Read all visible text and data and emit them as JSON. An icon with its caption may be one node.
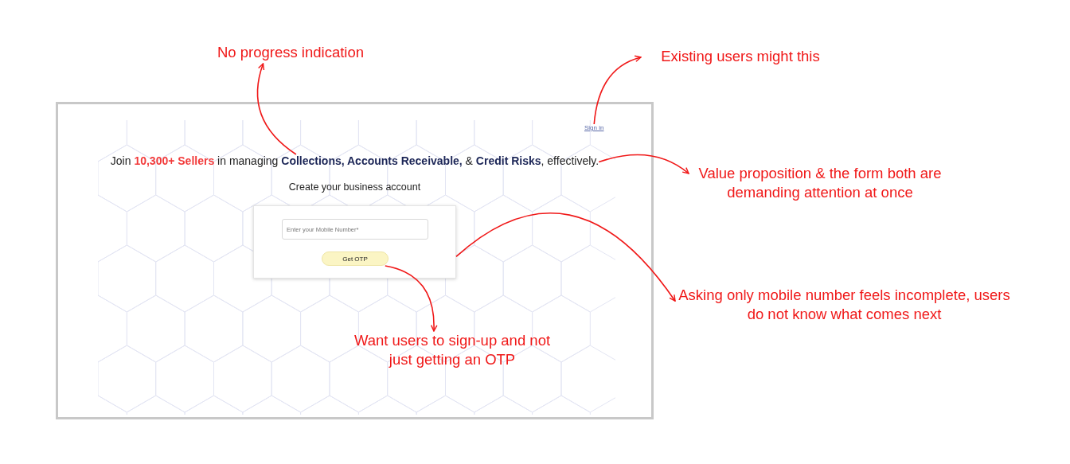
{
  "diagram": {
    "nodes": [
      {
        "text": [],
        "shape": "box"
      },
      {
        "text": [
          "Sign in"
        ],
        "in": 0
      },
      {
        "text": [
          "Join **10,300+ Sellers** in managing **Collections, Accounts Receivable,** & **Credit Risks**, effectively."
        ],
        "in": 0
      },
      {
        "text": [
          "Create your business account"
        ],
        "in": 0
      },
      {
        "text": [],
        "shape": "box",
        "in": 0
      },
      {
        "text": [
          "Enter your Mobile Number*"
        ],
        "in": 4
      },
      {
        "text": [
          "Get OTP"
        ],
        "in": 4
      },
      {
        "text": [
          "No progress indication"
        ]
      },
      {
        "text": [
          "Existing users might this"
        ]
      },
      {
        "text": [
          "Value proposition & the form both are demanding attention at once"
        ]
      },
      {
        "text": [
          "Asking only mobile number feels incomplete, users do not know what comes next"
        ]
      },
      {
        "text": [
          "Want users to sign-up and not just getting an OTP"
        ],
        "in": 0
      }
    ],
    "edges": [
      {
        "from": 2,
        "to": 7,
        "arrow": "to"
      },
      {
        "from": 1,
        "to": 8,
        "arrow": "to"
      },
      {
        "from": 2,
        "to": 9,
        "arrow": "to"
      },
      {
        "from": 4,
        "to": 10,
        "arrow": "to"
      },
      {
        "from": 6,
        "to": 11,
        "arrow": "to"
      }
    ]
  }
}
